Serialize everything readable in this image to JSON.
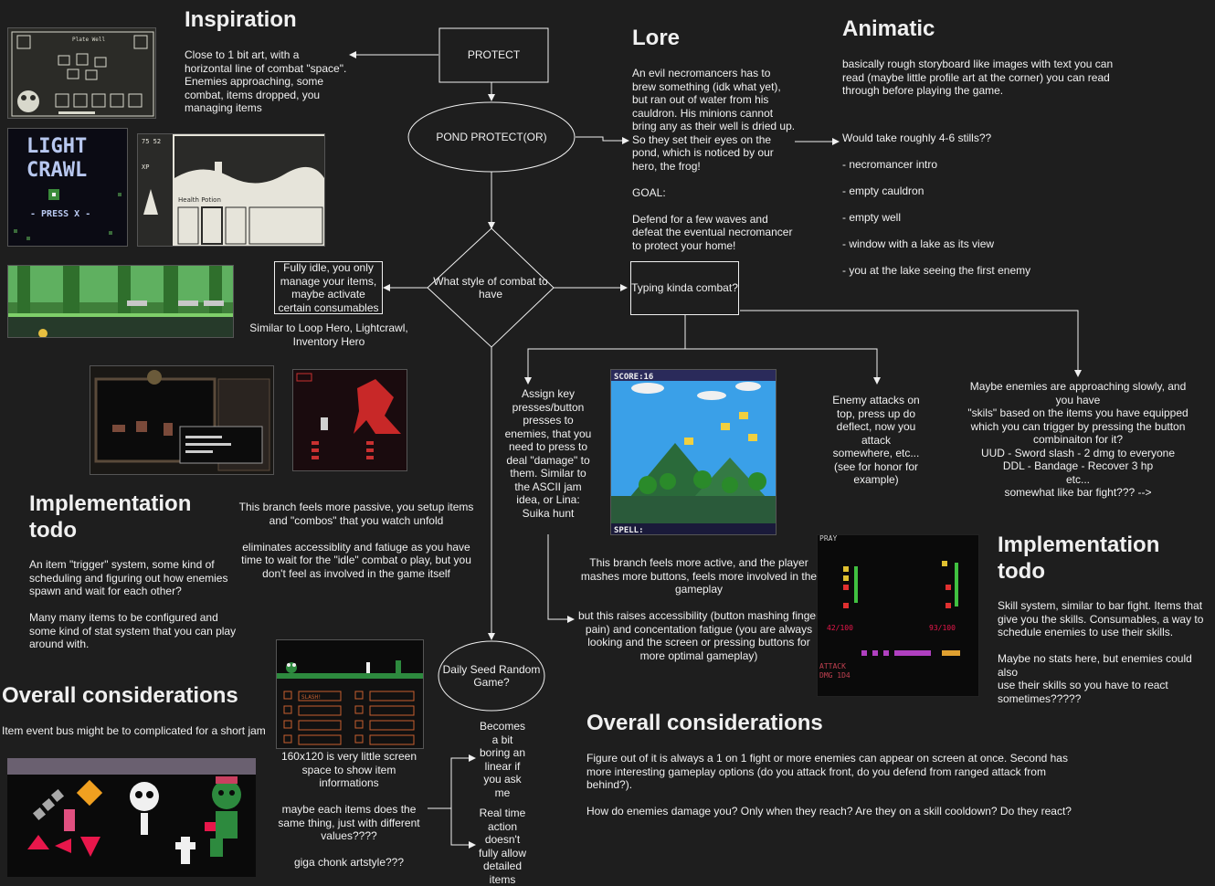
{
  "headings": {
    "inspiration": "Inspiration",
    "lore": "Lore",
    "animatic": "Animatic",
    "impl_left": "Implementation\ntodo",
    "impl_right": "Implementation\ntodo",
    "overall_left": "Overall considerations",
    "overall_right": "Overall considerations"
  },
  "nodes": {
    "protect": "PROTECT",
    "pond": "POND PROTECT(OR)",
    "combat_style": "What style of combat to have",
    "fully_idle": "Fully idle, you only manage your items, maybe activate certain consumables",
    "typing": "Typing kinda combat?",
    "daily_seed": "Daily Seed Random Game?"
  },
  "texts": {
    "inspiration": "Close to 1 bit art, with a\nhorizontal line of combat \"space\".\nEnemies approaching, some\ncombat, items dropped, you\nmanaging items",
    "lore": "An evil necromancers has to\nbrew something (idk what yet),\nbut ran out of water from his\ncauldron. His minions cannot\nbring any as their well is dried up.\nSo they set their eyes on the\npond, which is noticed by our\nhero, the frog!\n\nGOAL:\n\nDefend for a few waves and\ndefeat the eventual necromancer\nto protect your home!",
    "animatic": "basically rough storyboard like images with text you can\nread (maybe little profile art at the corner) you can read\nthrough before playing the game.",
    "stills": "Would take roughly 4-6 stills??\n\n- necromancer intro\n\n- empty cauldron\n\n- empty well\n\n- window with a lake as its view\n\n- you at the lake seeing the first enemy",
    "similar_idle": "Similar to Loop Hero, Lightcrawl,\nInventory Hero",
    "assign_keys": "Assign key\npresses/button\npresses to\nenemies, that you\nneed to press to\ndeal \"damage\" to\nthem. Similar to\nthe ASCII jam\nidea, or Lina:\nSuika hunt",
    "enemy_attacks": "Enemy attacks on\ntop, press up do\ndeflect, now you\nattack\nsomewhere, etc...\n(see for honor for\nexample)",
    "skills": "Maybe enemies are approaching slowly, and\nyou have\n\"skils\" based on the items you have equipped\nwhich you can trigger by pressing the button\ncombinaiton for it?\nUUD - Sword slash - 2 dmg to everyone\nDDL - Bandage - Recover 3 hp\netc...\nsomewhat like bar fight??? -->",
    "passive_branch": "This branch feels more passive, you setup items\nand \"combos\" that you watch unfold\n\neliminates accessiblity and fatiuge as you have\ntime to wait for the \"idle\" combat o play, but you\ndon't feel as involved in the game itself",
    "active_branch": "This branch feels more active, and the player\nmashes more buttons, feels more involved in the\ngameplay",
    "accessibility": "but this raises accessibility (button mashing finger\npain) and concentation fatigue (you are always\nlooking and the screen or pressing buttons for\nmore optimal gameplay)",
    "impl_left": "An item \"trigger\" system, some kind of\nscheduling and figuring out how enemies\nspawn and wait for each other?\n\nMany many items to be configured and\nsome kind of stat system that you can play\naround with.",
    "impl_right": "Skill system, similar to bar fight. Items that\ngive you the skills. Consumables, a way to\nschedule enemies to use their skills.\n\nMaybe no stats here, but enemies could also\nuse their skills so you have to react\nsometimes?????",
    "overall_left": "Item event bus might be to complicated for a short jam",
    "screen_notes": "160x120 is very little screen\nspace to show item\ninformations\n\nmaybe each items does the\nsame thing, just with different\nvalues????\n\ngiga chonk artstyle???",
    "boring": "Becomes\na bit\nboring an\nlinear if\nyou ask\nme",
    "realtime": "Real time\naction\ndoesn't\nfully allow\ndetailed\nitems",
    "overall_right": "Figure out of it is always a 1 on 1 fight or more enemies can appear on screen at once. Second has\nmore interesting gameplay options (do you attack front, do you defend from ranged attack from\nbehind?).\n\nHow do enemies damage you? Only when they reach? Are they on a skill cooldown? Do they react?"
  },
  "images": {
    "plate_well": "Plate Well",
    "light_crawl": "LIGHT\nCRAWL",
    "press_x": "- PRESS X -",
    "health_potion": "Health Potion",
    "score": "SCORE:16",
    "spell": "SPELL:",
    "pray": "PRAY",
    "attack": "ATTACK\nDMG 1D4",
    "hp_left": "42/100",
    "hp_right": "93/100",
    "slash": "SLASH!"
  },
  "colors": {
    "background": "#1e1e1e",
    "stroke": "#f0f0f0",
    "frog_green": "#2d8a3e",
    "heart_red": "#e8174b",
    "sky_blue": "#3aa0e8"
  }
}
